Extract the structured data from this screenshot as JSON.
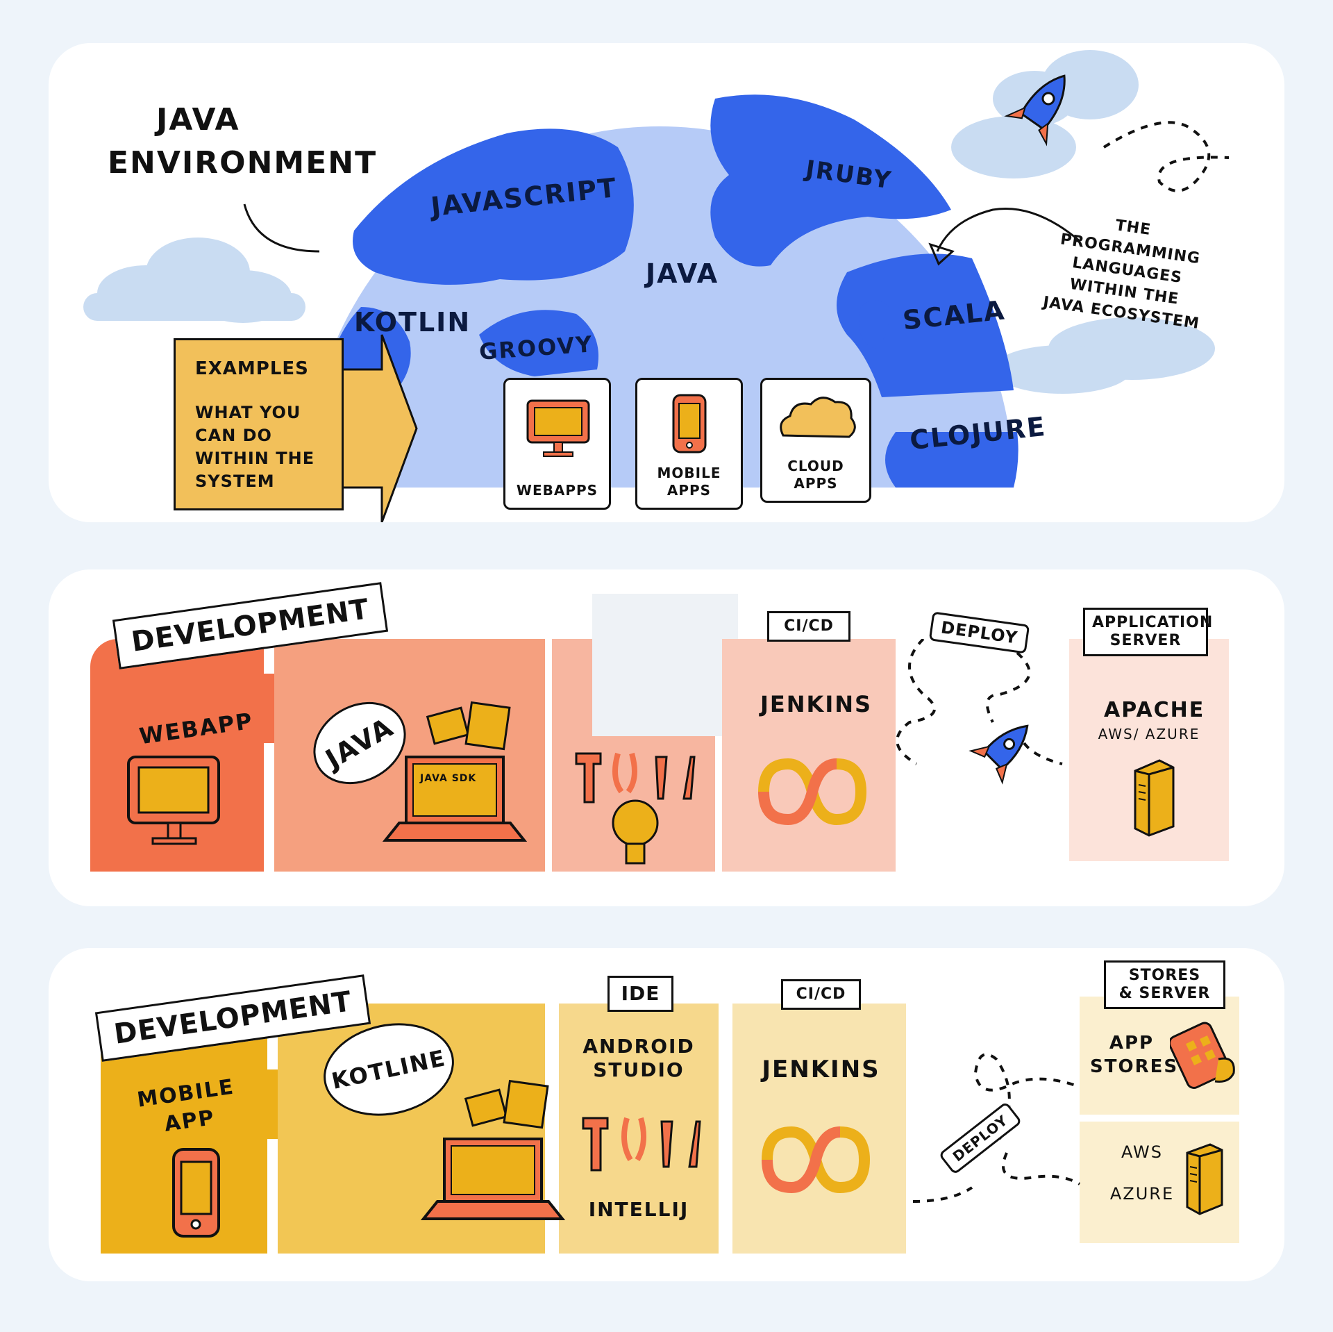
{
  "environment": {
    "title_line1": "JAVA",
    "title_line2": "ENVIRONMENT",
    "center_language": "JAVA",
    "languages": [
      "JAVASCRIPT",
      "JRUBY",
      "KOTLIN",
      "GROOVY",
      "SCALA",
      "CLOJURE"
    ],
    "note": [
      "THE",
      "PROGRAMMING",
      "LANGUAGES",
      "WITHIN THE",
      "JAVA ECOSYSTEM"
    ],
    "examples_title": "EXAMPLES",
    "examples_text": [
      "WHAT YOU",
      "CAN DO",
      "WITHIN THE",
      "SYSTEM"
    ],
    "apps": [
      {
        "label": "WEBAPPS",
        "icon": "monitor-icon"
      },
      {
        "label": "MOBILE APPS",
        "icon": "phone-icon"
      },
      {
        "label": "CLOUD APPS",
        "icon": "cloud-icon"
      }
    ]
  },
  "webapp_flow": {
    "tag": "DEVELOPMENT",
    "start_label": "WEBAPP",
    "bubble": "JAVA",
    "laptop_label": "JAVA SDK",
    "cicd_tag": "CI/CD",
    "cicd_tool": "JENKINS",
    "deploy": "DEPLOY",
    "server_tag_line1": "APPLICATION",
    "server_tag_line2": "SERVER",
    "server_name": "APACHE",
    "server_hosts": "AWS/ AZURE",
    "colors": {
      "start": "#f2714a",
      "lang": "#f5a07f",
      "tools": "#f7b6a0",
      "cicd": "#f9c9b9",
      "server": "#fce3da"
    }
  },
  "mobile_flow": {
    "tag": "DEVELOPMENT",
    "start_label_line1": "MOBILE",
    "start_label_line2": "APP",
    "bubble": "KOTLINE",
    "ide_tag": "IDE",
    "ide_tool_line1": "ANDROID",
    "ide_tool_line2": "STUDIO",
    "ide_tool2": "INTELLIJ",
    "cicd_tag": "CI/CD",
    "cicd_tool": "JENKINS",
    "deploy": "DEPLOY",
    "stores_tag_line1": "STORES",
    "stores_tag_line2": "& SERVER",
    "stores_label_line1": "APP",
    "stores_label_line2": "STORES",
    "host1": "AWS",
    "host2": "AZURE",
    "colors": {
      "start": "#ecb01a",
      "lang": "#f2c654",
      "ide": "#f6d88c",
      "cicd": "#f8e4b0",
      "stores": "#fbefcf"
    }
  }
}
